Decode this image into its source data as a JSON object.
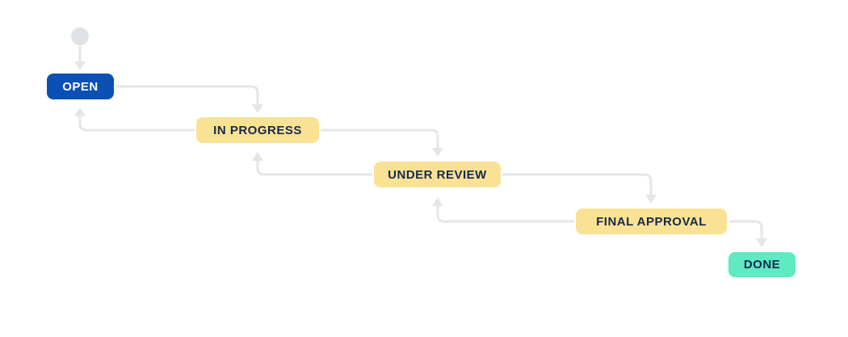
{
  "diagram": {
    "kind": "workflow-status-diagram",
    "colors": {
      "background": "#FFFFFF",
      "arrow": "#E4E6E9",
      "start_point": "#DFE2E6",
      "initial_status_bg": "#0B50B5",
      "initial_status_text": "#FFFFFF",
      "status_bg": "#FAE294",
      "status_text": "#15294B",
      "final_status_bg": "#5FEAC2",
      "final_status_text": "#15294B"
    },
    "nodes": [
      {
        "id": "start",
        "kind": "start-point",
        "label": ""
      },
      {
        "id": "open",
        "kind": "initial-status",
        "label": "OPEN"
      },
      {
        "id": "in-progress",
        "kind": "status",
        "label": "IN PROGRESS"
      },
      {
        "id": "under-review",
        "kind": "status",
        "label": "UNDER REVIEW"
      },
      {
        "id": "final-approval",
        "kind": "status",
        "label": "FINAL APPROVAL"
      },
      {
        "id": "done",
        "kind": "final-status",
        "label": "DONE"
      }
    ],
    "transitions": [
      {
        "from": "start",
        "to": "open"
      },
      {
        "from": "open",
        "to": "in-progress"
      },
      {
        "from": "in-progress",
        "to": "open"
      },
      {
        "from": "in-progress",
        "to": "under-review"
      },
      {
        "from": "under-review",
        "to": "in-progress"
      },
      {
        "from": "under-review",
        "to": "final-approval"
      },
      {
        "from": "final-approval",
        "to": "under-review"
      },
      {
        "from": "final-approval",
        "to": "done"
      }
    ]
  }
}
